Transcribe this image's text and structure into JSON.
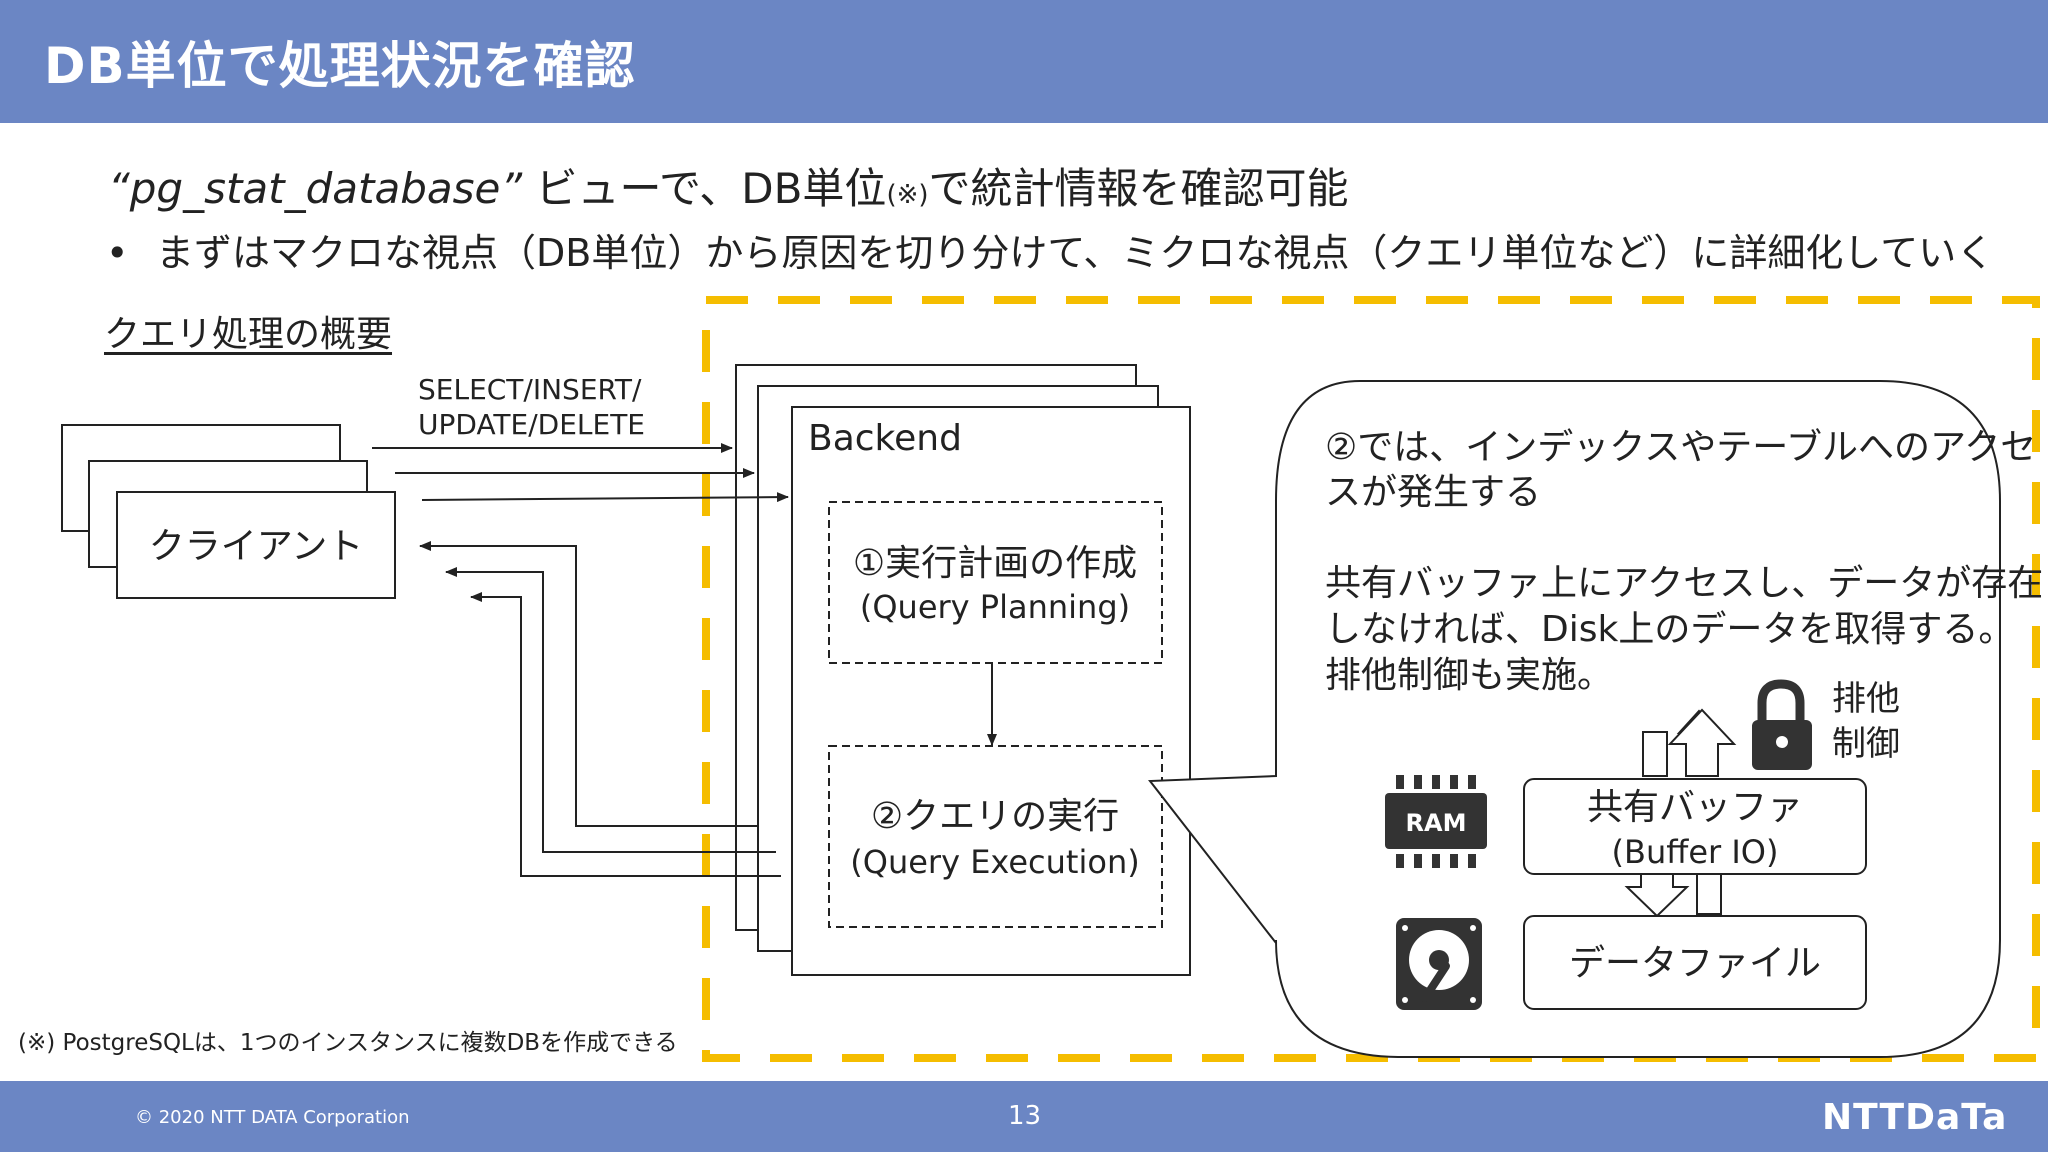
{
  "header": {
    "title": "DB単位で処理状況を確認"
  },
  "lead": {
    "quoted": "“pg_stat_database”",
    "text_before_note": " ビューで、DB単位",
    "note_mark": "(※)",
    "text_after_note": "で統計情報を確認可能"
  },
  "bullet": {
    "mark": "•",
    "text": "まずはマクロな視点（DB単位）から原因を切り分けて、ミクロな視点（クエリ単位など）に詳細化していく"
  },
  "subtitle": "クエリ処理の概要",
  "diagram": {
    "client_label": "クライアント",
    "request_label_1": "SELECT/INSERT/",
    "request_label_2": "UPDATE/DELETE",
    "backend_label": "Backend",
    "step1_line1": "①実行計画の作成",
    "step1_line2": "(Query Planning)",
    "step2_line1": "②クエリの実行",
    "step2_line2": "(Query Execution)",
    "callout_line1": "②では、インデックスやテーブルへのアクセ",
    "callout_line2": "スが発生する",
    "callout_line3": "共有バッファ上にアクセスし、データが存在",
    "callout_line4": "しなければ、Disk上のデータを取得する。",
    "callout_line5": "排他制御も実施。",
    "lock_label_1": "排他",
    "lock_label_2": "制御",
    "ram_label": "RAM",
    "buffer_line1": "共有バッファ",
    "buffer_line2": "(Buffer IO)",
    "datafile_label": "データファイル",
    "colors": {
      "header": "#6b86c4",
      "dashed_frame": "#f5bd00",
      "line": "#222222"
    }
  },
  "note": "(※) PostgreSQLは、1つのインスタンスに複数DBを作成できる",
  "footer": {
    "copyright": "© 2020 NTT DATA Corporation",
    "page": "13",
    "logo": "NTTDaTa"
  }
}
